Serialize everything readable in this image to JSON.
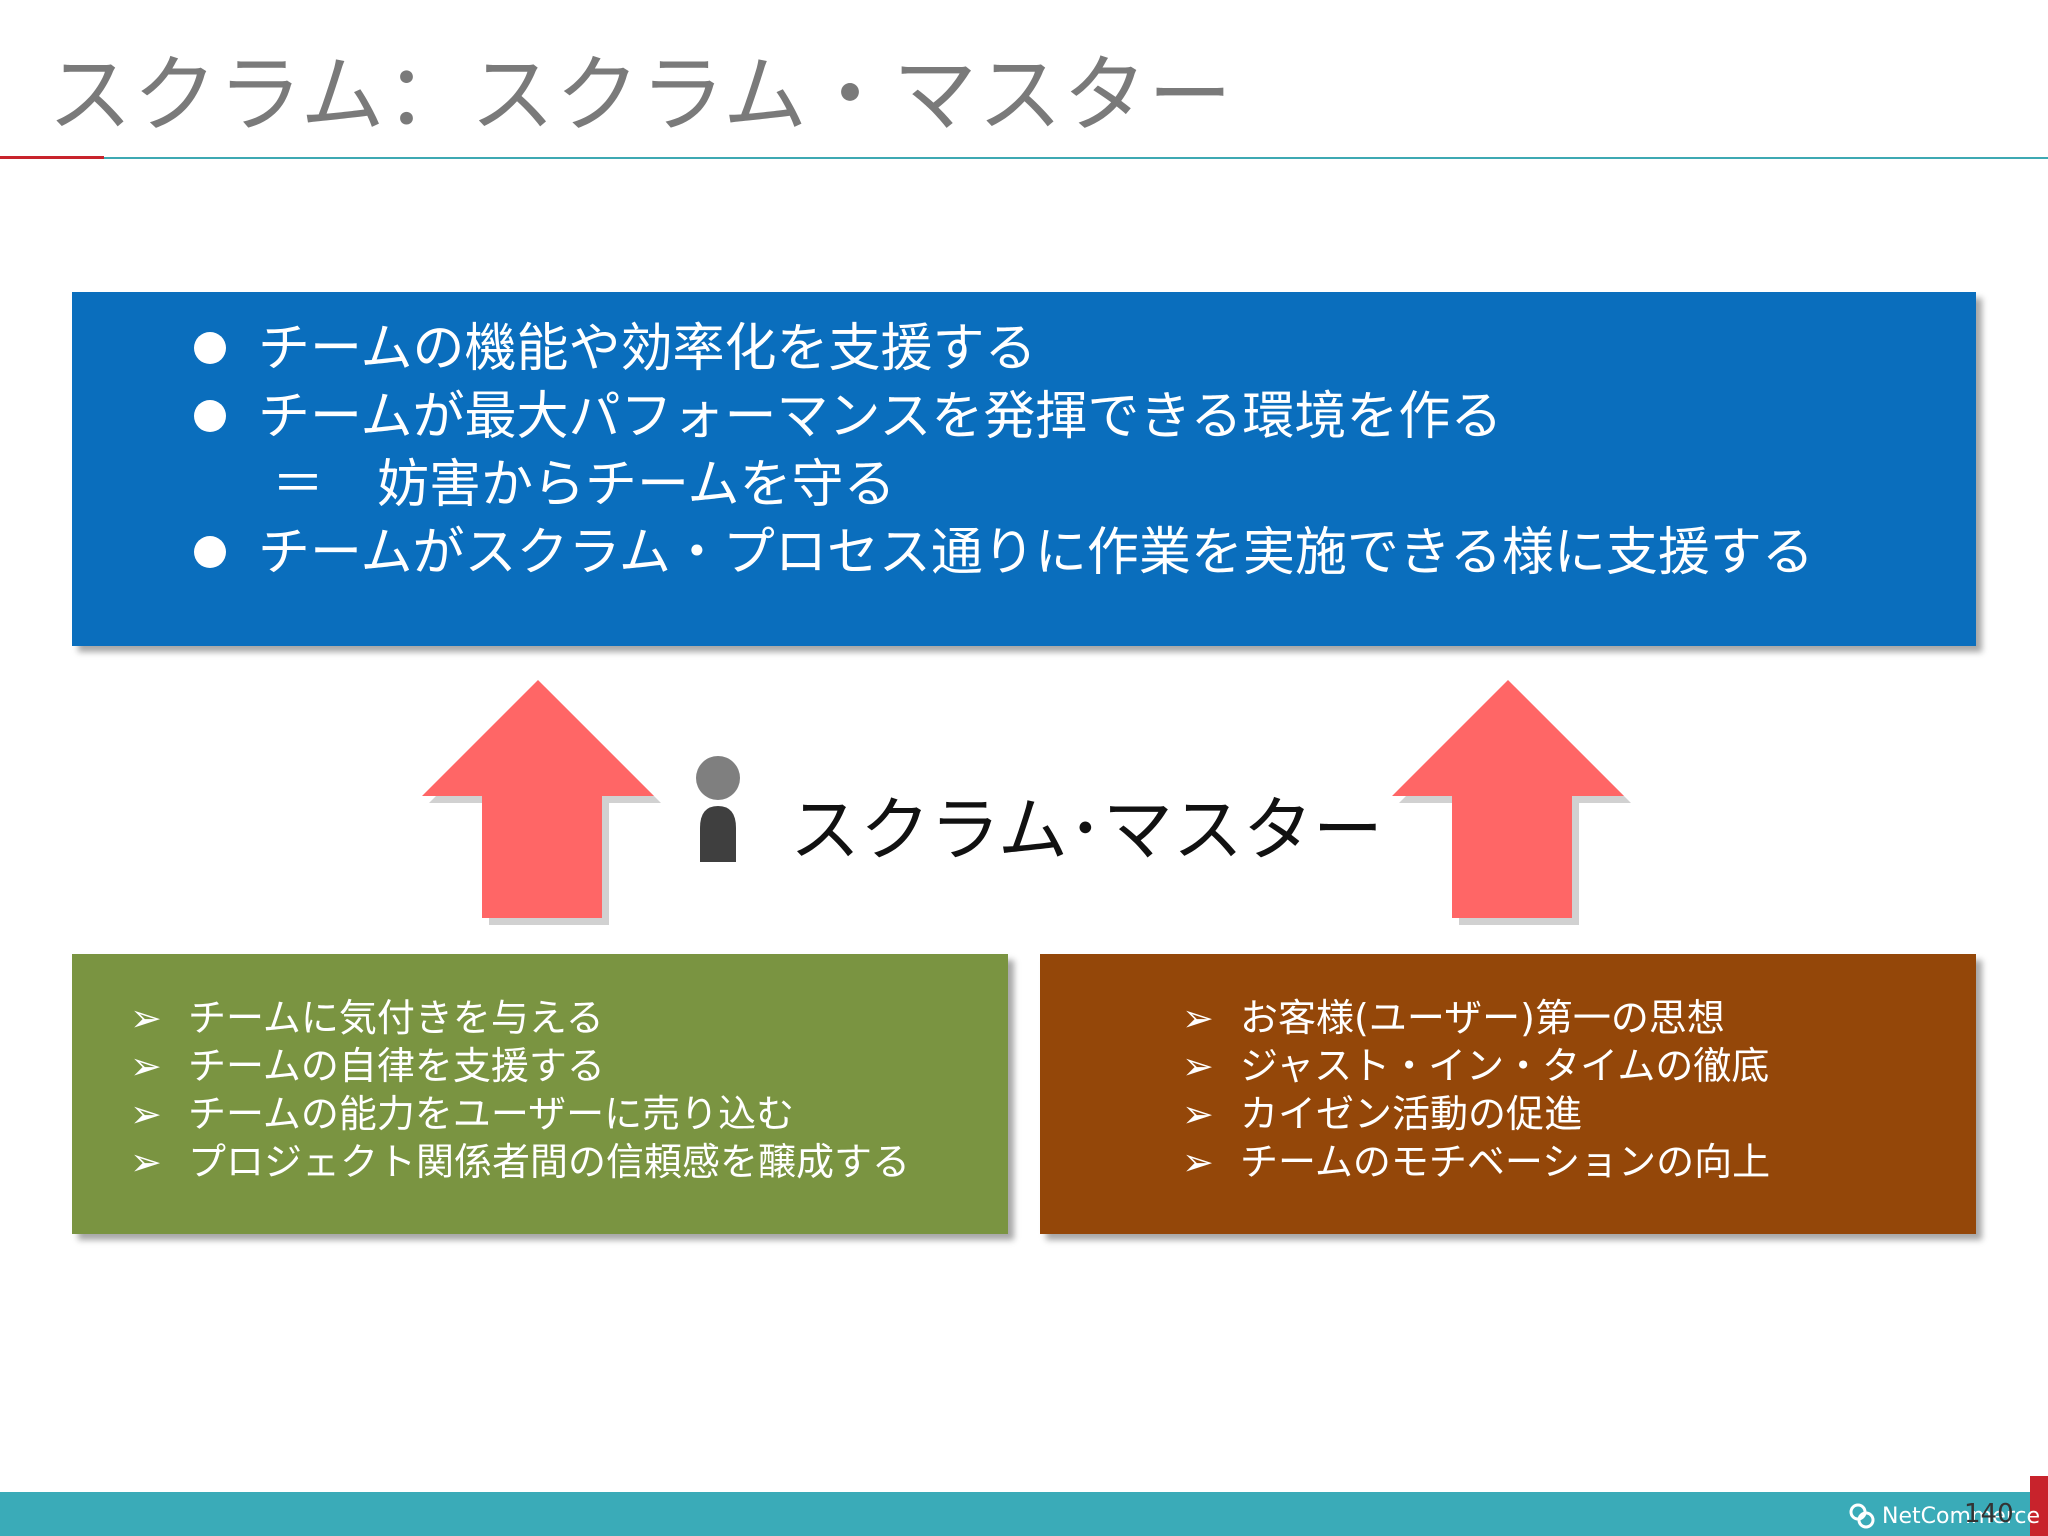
{
  "title": "スクラム：スクラム・マスター",
  "blue_panel": {
    "items": [
      {
        "bullet": "●",
        "text": "チームの機能や効率化を支援する"
      },
      {
        "bullet": "●",
        "text": "チームが最大パフォーマンスを発揮できる環境を作る"
      },
      {
        "bullet": "＝",
        "text": "妨害からチームを守る"
      },
      {
        "bullet": "●",
        "text": "チームがスクラム・プロセス通りに作業を実施できる様に支援する"
      }
    ]
  },
  "center": {
    "label": "スクラム･マスター",
    "icon": "person-icon"
  },
  "left_panel": {
    "bullet": "➢",
    "items": [
      "チームに気付きを与える",
      "チームの自律を支援する",
      "チームの能力をユーザーに売り込む",
      "プロジェクト関係者間の信頼感を醸成する"
    ]
  },
  "right_panel": {
    "bullet": "➢",
    "items": [
      "お客様(ユーザー)第一の思想",
      "ジャスト・イン・タイムの徹底",
      "カイゼン活動の促進",
      "チームのモチベーションの向上"
    ]
  },
  "footer": {
    "logo_text": "NetCommerce",
    "page_number": "140"
  },
  "colors": {
    "blue_panel": "#0a6ebd",
    "green_panel": "#7a9441",
    "brown_panel": "#944709",
    "arrow": "#ff6666",
    "footer": "#3aabb8",
    "accent_red": "#c8232c"
  }
}
